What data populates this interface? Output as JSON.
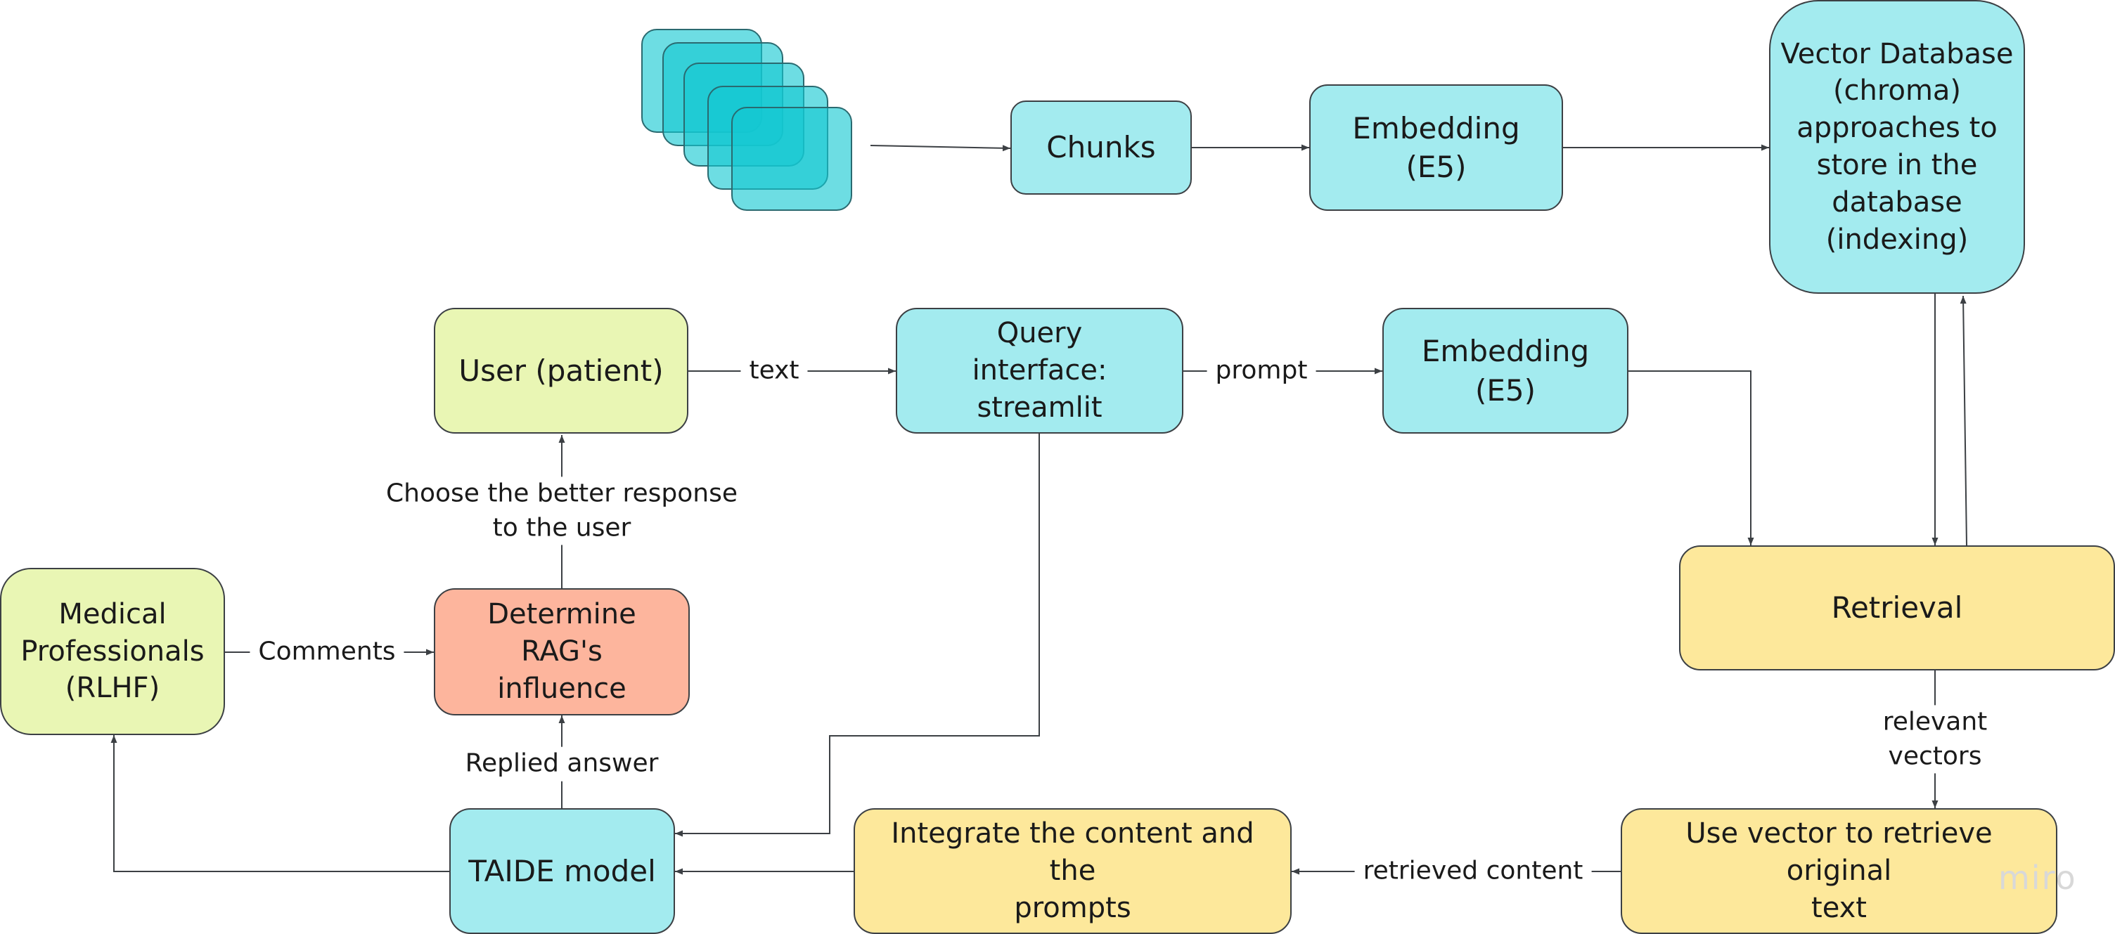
{
  "nodes": {
    "chunks": "Chunks",
    "embedding_top": "Embedding (E5)",
    "vector_db": "Vector Database\n(chroma)\napproaches to\nstore in the\ndatabase\n(indexing)",
    "user": "User (patient)",
    "query": "Query\ninterface: streamlit",
    "embedding_mid": "Embedding (E5)",
    "retrieval": "Retrieval",
    "medical": "Medical\nProfessionals\n(RLHF)",
    "rag": "Determine RAG's\ninfluence",
    "taide": "TAIDE model",
    "integrate": "Integrate the content and the\nprompts",
    "use_vector": "Use vector to retrieve original\ntext"
  },
  "edge_labels": {
    "text": "text",
    "prompt": "prompt",
    "choose": "Choose the better response\nto the user",
    "comments": "Comments",
    "replied": "Replied answer",
    "relevant": "relevant vectors",
    "retrieved": "retrieved content"
  },
  "watermark": "miro",
  "colors": {
    "cyan": "#a3ebef",
    "lime": "#e9f6b4",
    "salmon": "#fdb59d",
    "yellow": "#fde89b",
    "doc_stack": "#14c8d2"
  }
}
